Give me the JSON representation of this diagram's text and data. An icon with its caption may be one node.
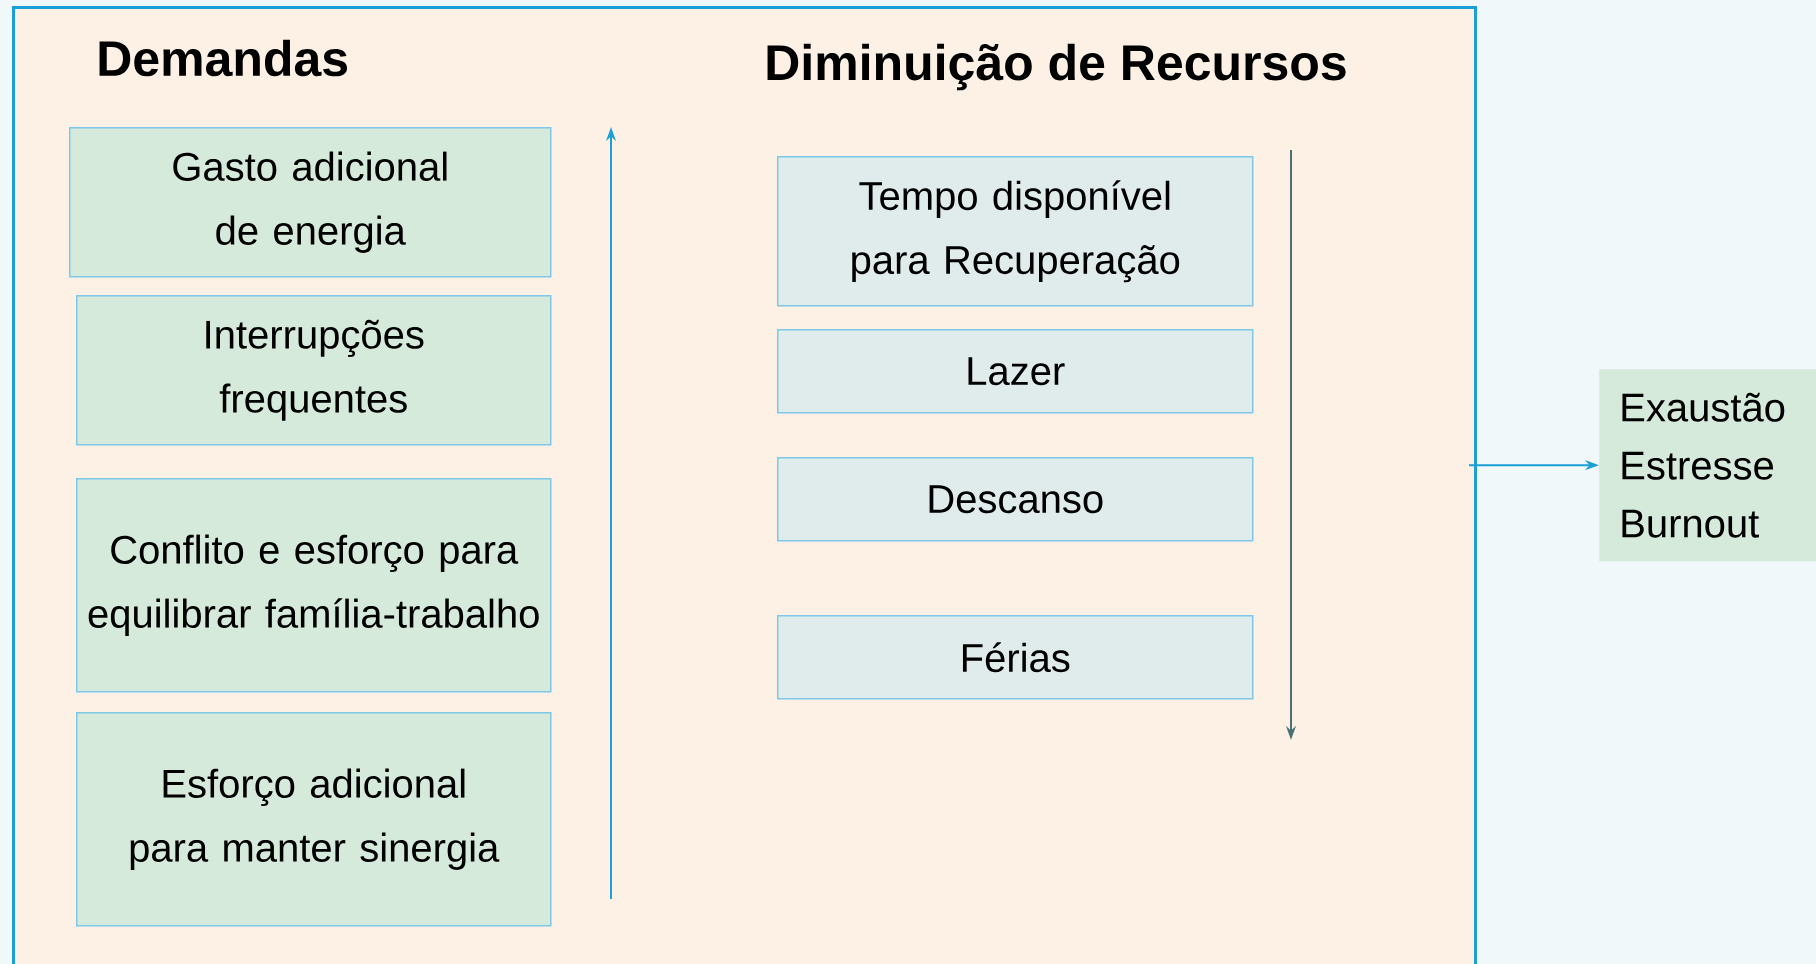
{
  "diagram": {
    "nodes": [
      {
        "text": [
          "Demandas",
          "Diminuição de Recursos"
        ]
      },
      {
        "text": [
          "Gasto adicional de energia"
        ],
        "in": 0
      },
      {
        "text": [
          "Interrupções frequentes"
        ],
        "in": 0
      },
      {
        "text": [
          "Conflito e esforço para equilibrar família-trabalho"
        ],
        "in": 0
      },
      {
        "text": [
          "Esforço adicional para manter sinergia"
        ],
        "in": 0
      },
      {
        "text": [
          "Tempo disponível para Recuperação"
        ],
        "in": 0
      },
      {
        "text": [
          "Lazer"
        ],
        "in": 0
      },
      {
        "text": [
          "Descanso"
        ],
        "in": 0
      },
      {
        "text": [
          "Férias"
        ],
        "in": 0
      },
      {
        "text": [
          "Exaustão Estresse Burnout"
        ]
      }
    ],
    "edges": [
      {
        "from": 0,
        "to": 9,
        "arrow": "to",
        "color": "#1a9fd6"
      }
    ]
  }
}
